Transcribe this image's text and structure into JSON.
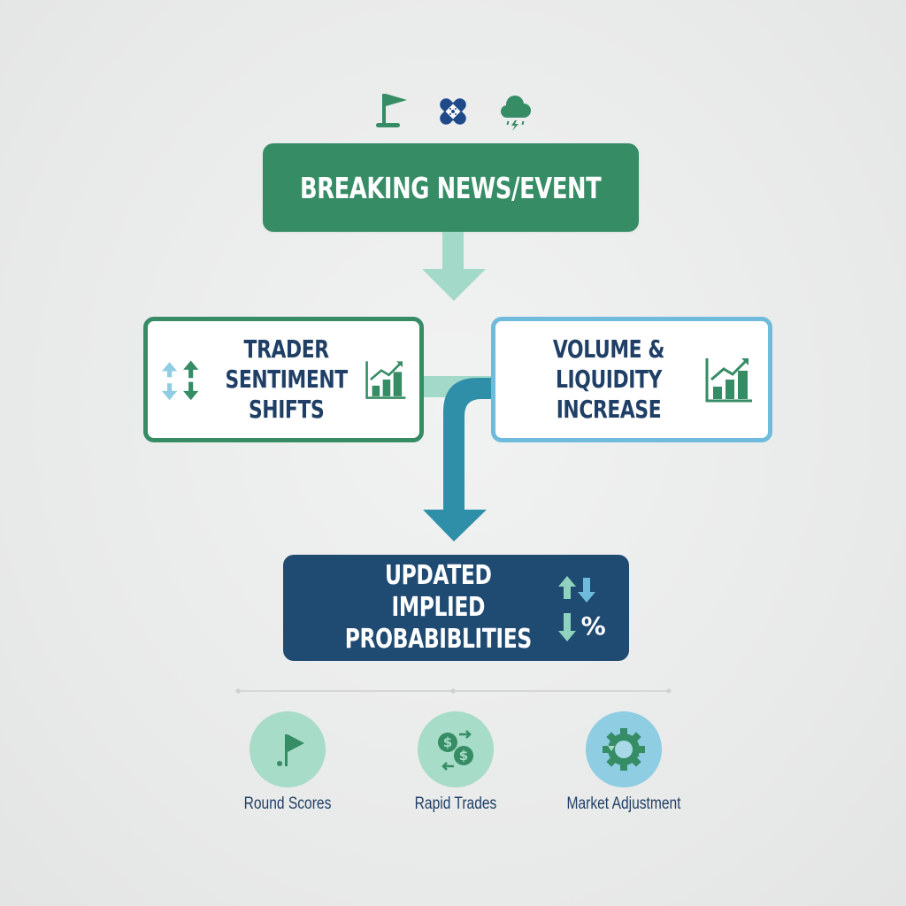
{
  "top_icons": [
    {
      "name": "golf-flag-icon",
      "color": "#358c65"
    },
    {
      "name": "bandage-icon",
      "color": "#1f4a8a"
    },
    {
      "name": "storm-cloud-icon",
      "color": "#358c65"
    }
  ],
  "event": {
    "label": "BREAKING NEWS/EVENT",
    "color": "#358c65"
  },
  "cards": {
    "trader": {
      "line1": "TRADER",
      "line2": "SENTIMENT",
      "line3": "SHIFTS",
      "border_color": "#358c65"
    },
    "volume": {
      "line1": "VOLUME &",
      "line2": "LIQUIDITY",
      "line3": "INCREASE",
      "border_color": "#6fbbdb"
    }
  },
  "result": {
    "line1": "UPDATED IMPLIED",
    "line2": "PROBABIBLITIES",
    "percent_symbol": "%",
    "color": "#1f4a72"
  },
  "bottom_items": [
    {
      "label": "Round Scores",
      "icon": "golf-flag-icon",
      "bg": "#a6dcc8"
    },
    {
      "label": "Rapid Trades",
      "icon": "dollar-exchange-icon",
      "bg": "#a6dcc8"
    },
    {
      "label": "Market Adjustment",
      "icon": "gear-cycle-icon",
      "bg": "#8fcde3"
    }
  ],
  "colors": {
    "mint_arrow": "#a3d9c8",
    "teal_arrow": "#2f8fa8",
    "text_navy": "#1f3f66",
    "timeline": "#cfd1d1"
  }
}
